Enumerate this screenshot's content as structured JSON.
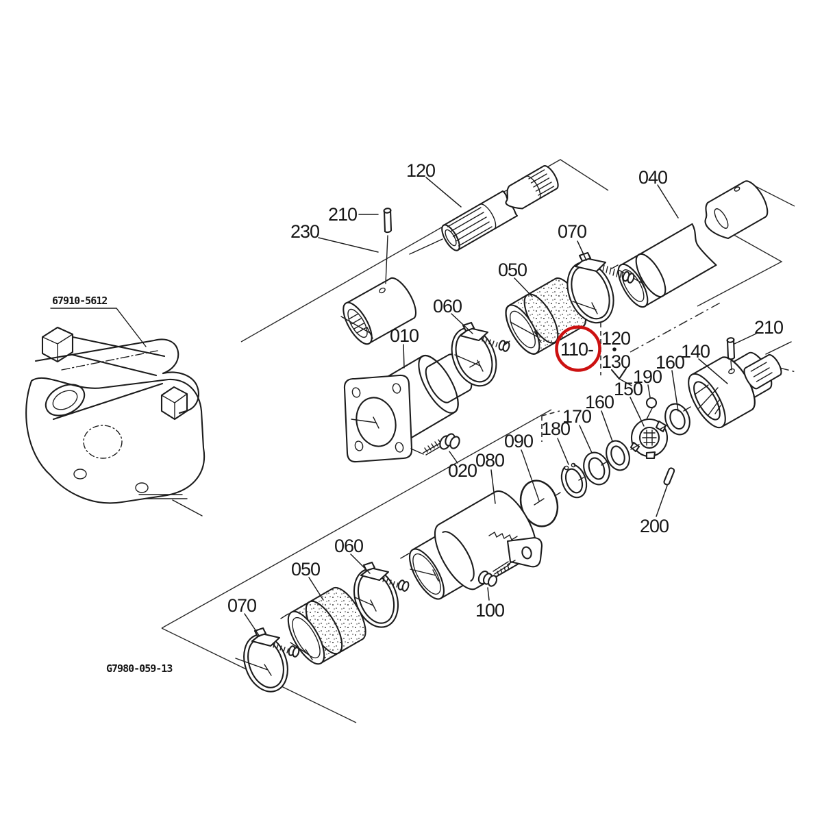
{
  "diagram": {
    "type": "exploded-parts-diagram",
    "background": "#ffffff",
    "line_color": "#1c1c1c",
    "highlight_color": "#cc1111",
    "highlighted_part": "110",
    "assembly_ref": "67910-5612",
    "drawing_number": "G7980-059-13"
  },
  "labels": {
    "p120_top": "120",
    "p210_top": "210",
    "p230": "230",
    "p040": "040",
    "p070_top": "070",
    "p050_top": "050",
    "p060_top": "060",
    "p010": "010",
    "p110": "110-",
    "p120_grp": "120",
    "p130_grp": "130",
    "p140": "140",
    "p210_right": "210",
    "p160_right": "160",
    "p190": "190",
    "p150": "150",
    "p160_left": "160",
    "p170": "170",
    "p180": "180",
    "p090": "090",
    "p080": "080",
    "p020": "020",
    "p100": "100",
    "p200": "200",
    "p060_bot": "060",
    "p050_bot": "050",
    "p070_bot": "070",
    "ref_assembly": "67910-5612",
    "ref_drawing": "G7980-059-13"
  }
}
